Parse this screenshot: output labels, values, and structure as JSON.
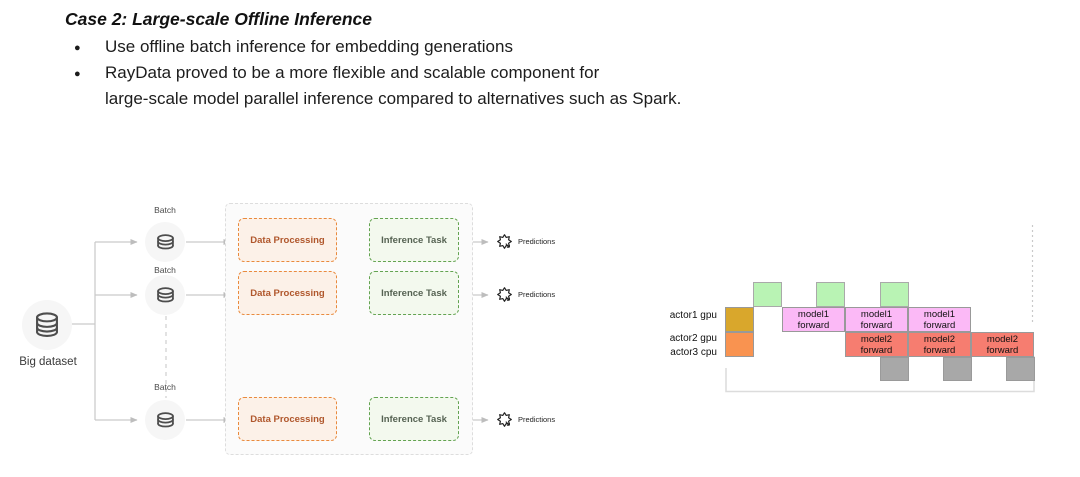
{
  "header": {
    "title": "Case 2: Large-scale Offline Inference",
    "bullets": [
      {
        "line1": "Use offline batch inference for embedding generations",
        "line2": ""
      },
      {
        "line1": "RayData proved to be a more flexible and scalable component for",
        "line2": "large-scale model parallel inference compared to alternatives such as Spark."
      }
    ]
  },
  "diagram": {
    "big_dataset_label": "Big dataset",
    "batch_label": "Batch",
    "data_processing_label": "Data Processing",
    "inference_task_label": "Inference Task",
    "predictions_label": "Predictions",
    "rows": 3,
    "colors": {
      "data_processing_border": "#E98A3D",
      "data_processing_fill": "#FCF1E8",
      "data_processing_text": "#B0572C",
      "inference_task_border": "#63A351",
      "inference_task_fill": "#F3F9EE",
      "inference_task_text": "#566353",
      "container_fill": "#FBFBFB",
      "arrow": "#C9C9C9"
    }
  },
  "gantt": {
    "actor_labels": [
      "actor1 gpu",
      "actor2 gpu",
      "actor3 cpu"
    ],
    "model1_label": "model1\nforward",
    "model2_label": "model2\nforward",
    "cycles": 3,
    "colors": {
      "init_block_top": "#D9A72C",
      "init_block_bottom": "#F99350",
      "load_block": "#B9F3B4",
      "model1_block": "#FBB9F6",
      "model2_block": "#F67D70",
      "output_block": "#A8A8A8"
    }
  }
}
